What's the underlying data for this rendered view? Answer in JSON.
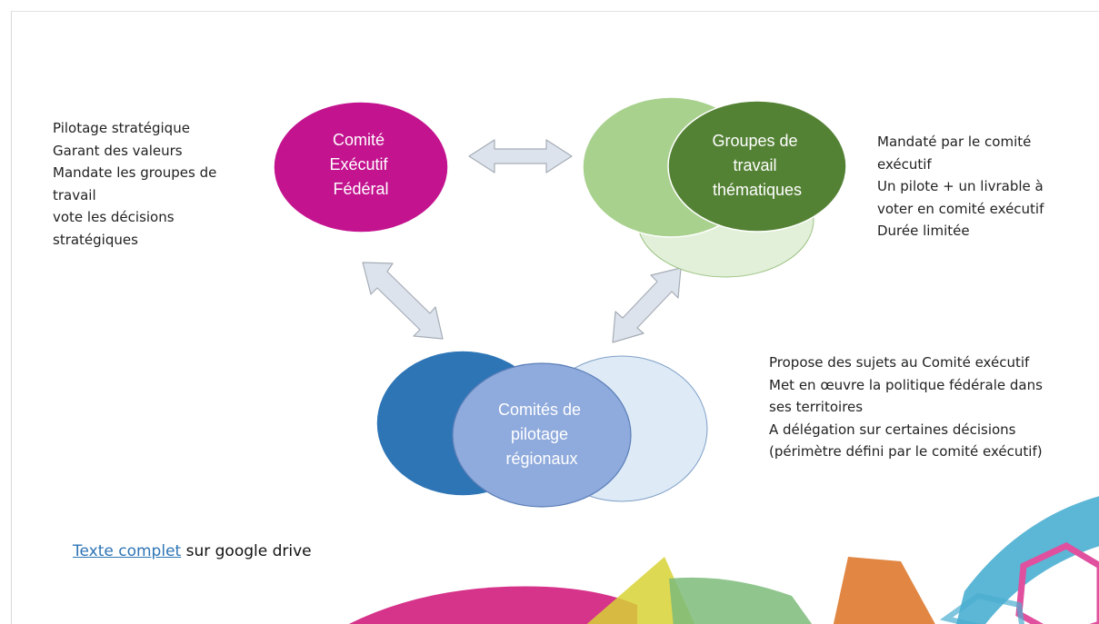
{
  "nodes": {
    "federal": {
      "lines": [
        "Comité",
        "Exécutif",
        "Fédéral"
      ],
      "color": "#c3138f"
    },
    "groups": {
      "lines": [
        "Groupes de",
        "travail",
        "thématiques"
      ],
      "color": "#548235"
    },
    "regional": {
      "lines": [
        "Comités de",
        "pilotage",
        "régionaux"
      ],
      "color": "#8faadc"
    }
  },
  "descriptions": {
    "federal": [
      "Pilotage stratégique",
      "Garant des valeurs",
      "Mandate les groupes de",
      "travail",
      "vote les décisions",
      "stratégiques"
    ],
    "groups": [
      "Mandaté par le comité",
      "exécutif",
      "Un pilote + un livrable à",
      "voter en comité exécutif",
      "Durée limitée"
    ],
    "regional": [
      "Propose des sujets au Comité exécutif",
      "Met en œuvre la politique fédérale dans",
      "ses territoires",
      "A délégation sur certaines décisions",
      "(périmètre défini par le comité exécutif)"
    ]
  },
  "footer": {
    "link_text": "Texte complet",
    "rest_text": " sur google drive"
  },
  "colors": {
    "arrow_fill": "#dde3ec",
    "arrow_stroke": "#a6adb6",
    "groups_back_top": "#a9d18e",
    "groups_back_bottom": "#e2f0d9",
    "regional_back_left": "#2e75b6",
    "regional_back_right": "#deebf7",
    "decor_pink": "#d6338a",
    "decor_yellow": "#d7d235",
    "decor_green": "#7dbb7a",
    "decor_orange": "#de7a2f",
    "decor_blue": "#4aaed0",
    "decor_magenta": "#e0509e"
  }
}
